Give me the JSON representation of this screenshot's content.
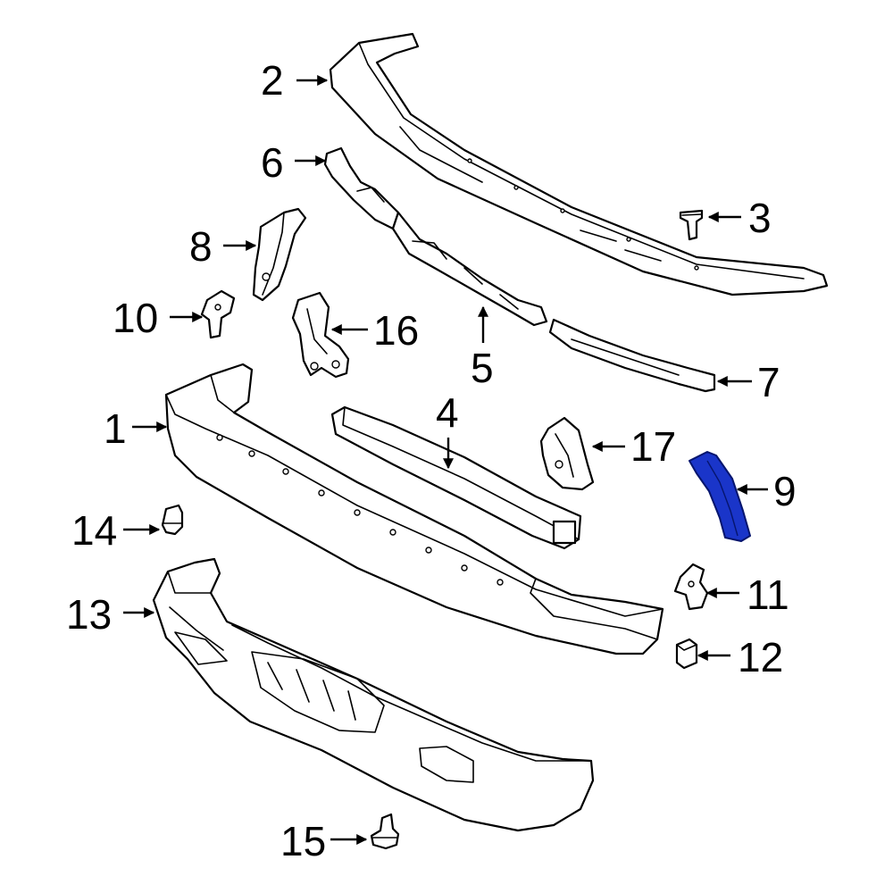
{
  "diagram": {
    "highlight_color": "#1a35c9",
    "highlighted_part": "9",
    "callouts": [
      {
        "id": "c1",
        "label": "1"
      },
      {
        "id": "c2",
        "label": "2"
      },
      {
        "id": "c3",
        "label": "3"
      },
      {
        "id": "c4",
        "label": "4"
      },
      {
        "id": "c5",
        "label": "5"
      },
      {
        "id": "c6",
        "label": "6"
      },
      {
        "id": "c7",
        "label": "7"
      },
      {
        "id": "c8",
        "label": "8"
      },
      {
        "id": "c9",
        "label": "9"
      },
      {
        "id": "c10",
        "label": "10"
      },
      {
        "id": "c11",
        "label": "11"
      },
      {
        "id": "c12",
        "label": "12"
      },
      {
        "id": "c13",
        "label": "13"
      },
      {
        "id": "c14",
        "label": "14"
      },
      {
        "id": "c15",
        "label": "15"
      },
      {
        "id": "c16",
        "label": "16"
      },
      {
        "id": "c17",
        "label": "17"
      }
    ]
  }
}
